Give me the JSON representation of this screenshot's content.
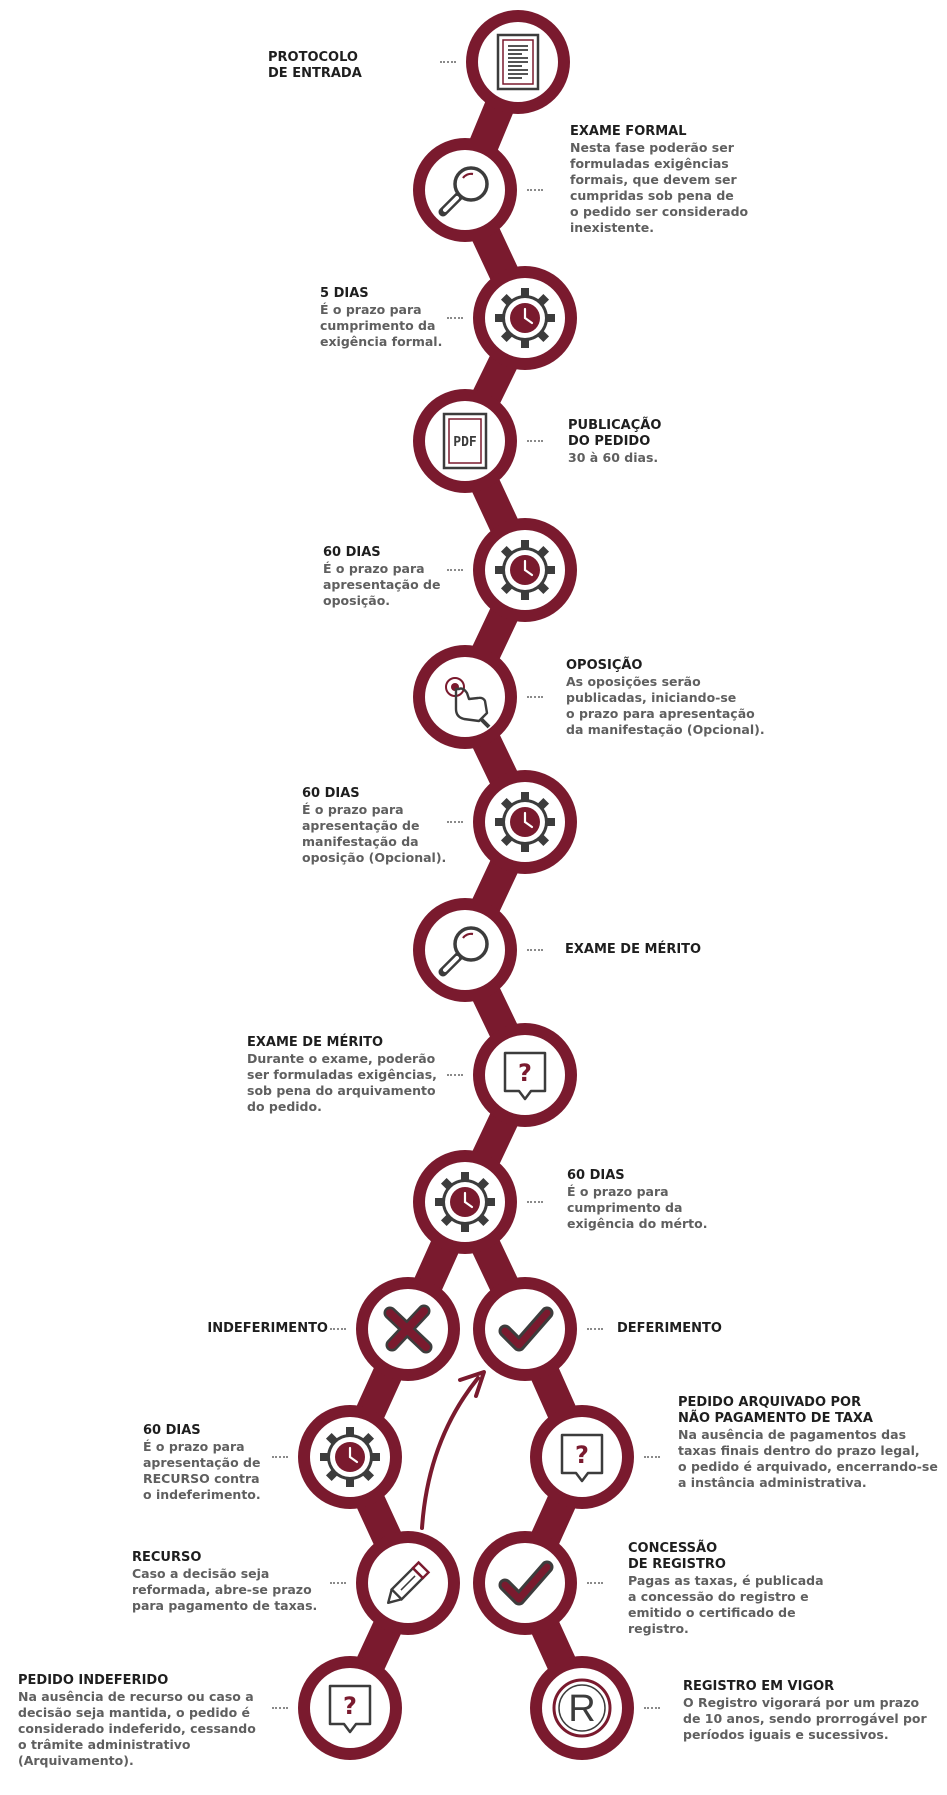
{
  "colors": {
    "path": "#7a1a2e",
    "icon_dark": "#3c3c3c",
    "icon_accent": "#7a1a2e",
    "circle_fill": "#ffffff",
    "title_text": "#1e1e1e",
    "body_text": "#5f5f5f"
  },
  "nodes": [
    {
      "id": "protocolo",
      "icon": "document-icon",
      "title": "PROTOCOLO\nDE ENTRADA",
      "desc": ""
    },
    {
      "id": "exame-formal",
      "icon": "magnifier-icon",
      "title": "EXAME FORMAL",
      "desc": "Nesta fase poderão ser\nformuladas exigências\nformais, que devem ser\ncumpridas sob pena de\no pedido ser considerado\ninexistente."
    },
    {
      "id": "5-dias",
      "icon": "clock-gear-icon",
      "title": "5 DIAS",
      "desc": "É o prazo para\ncumprimento da\nexigência formal."
    },
    {
      "id": "publicacao",
      "icon": "pdf-icon",
      "icon_text": "PDF",
      "title": "PUBLICAÇÃO\nDO PEDIDO",
      "desc": "30 à 60 dias."
    },
    {
      "id": "60-dias-oposicao",
      "icon": "clock-gear-icon",
      "title": "60 DIAS",
      "desc": "É o prazo para\napresentação de\noposição."
    },
    {
      "id": "oposicao",
      "icon": "hand-press-icon",
      "title": "OPOSIÇÃO",
      "desc": "As oposições serão\npublicadas, iniciando-se\no prazo para apresentação\nda manifestação (Opcional)."
    },
    {
      "id": "60-dias-manifestacao",
      "icon": "clock-gear-icon",
      "title": "60 DIAS",
      "desc": "É o prazo para\napresentação de\nmanifestação da\noposição (Opcional)."
    },
    {
      "id": "exame-merito",
      "icon": "magnifier-icon",
      "title": "EXAME DE MÉRITO",
      "desc": ""
    },
    {
      "id": "exame-merito-exigencia",
      "icon": "question-bubble-icon",
      "title": "EXAME DE MÉRITO",
      "desc": "Durante o exame, poderão\nser formuladas exigências,\nsob pena do arquivamento\ndo pedido."
    },
    {
      "id": "60-dias-merito",
      "icon": "clock-gear-icon",
      "title": "60 DIAS",
      "desc": "É o prazo para\ncumprimento da\nexigência do mérto."
    },
    {
      "id": "indeferimento",
      "icon": "x-mark-icon",
      "title": "INDEFERIMENTO",
      "desc": ""
    },
    {
      "id": "deferimento",
      "icon": "check-mark-icon",
      "title": "DEFERIMENTO",
      "desc": ""
    },
    {
      "id": "60-dias-recurso",
      "icon": "clock-gear-icon",
      "title": "60 DIAS",
      "desc": "É o prazo para\napresentação de\nRECURSO contra\no indeferimento."
    },
    {
      "id": "arquivado",
      "icon": "question-bubble-icon",
      "title": "PEDIDO ARQUIVADO POR\nNÃO PAGAMENTO DE TAXA",
      "desc": "Na ausência de pagamentos das\ntaxas finais dentro do prazo legal,\no pedido é arquivado, encerrando-se\na instância administrativa."
    },
    {
      "id": "recurso",
      "icon": "pencil-icon",
      "title": "RECURSO",
      "desc": "Caso a decisão seja\nreformada, abre-se prazo\npara pagamento de taxas."
    },
    {
      "id": "concessao",
      "icon": "check-mark-icon",
      "title": "CONCESSÃO\nDE REGISTRO",
      "desc": "Pagas as taxas, é publicada\na concessão do registro e\nemitido o certificado de\nregistro."
    },
    {
      "id": "indeferido",
      "icon": "question-bubble-icon",
      "title": "PEDIDO INDEFERIDO",
      "desc": "Na ausência de recurso ou caso a\ndecisão seja mantida, o pedido é\nconsiderado indeferido, cessando\no trâmite administrativo (Arquivamento)."
    },
    {
      "id": "vigor",
      "icon": "registered-icon",
      "icon_text": "R",
      "title": "REGISTRO EM VIGOR",
      "desc": "O Registro vigorará por um prazo\nde 10 anos, sendo prorrogável por\nperíodos iguais e sucessivos."
    }
  ]
}
